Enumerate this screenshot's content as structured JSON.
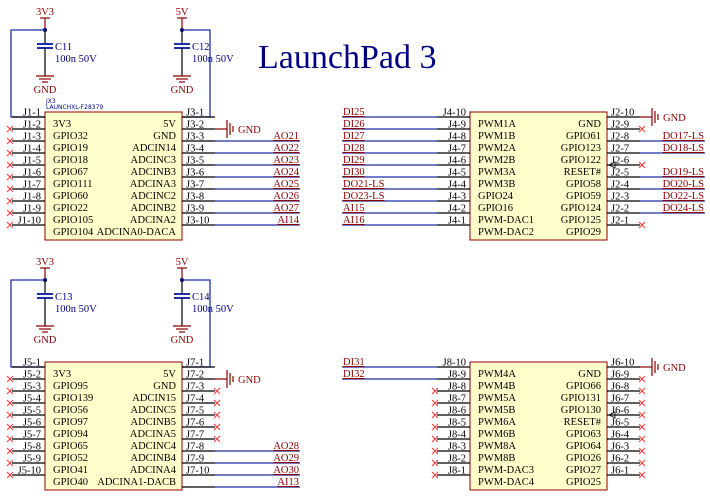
{
  "title": "LaunchPad 3",
  "refdes": {
    "designator": "JX3",
    "part": "LAUNCHXL-F28379"
  },
  "power_labels": {
    "v33": "3V3",
    "v5": "5V",
    "gnd": "GND"
  },
  "capacitor_groups": [
    {
      "v33_cap": {
        "name": "C11",
        "value": "100n 50V"
      },
      "v5_cap": {
        "name": "C12",
        "value": "100n 50V"
      }
    },
    {
      "v33_cap": {
        "name": "C13",
        "value": "100n 50V"
      },
      "v5_cap": {
        "name": "C14",
        "value": "100n 50V"
      }
    }
  ],
  "chips": [
    {
      "id": "top-left",
      "left_pins": [
        {
          "num": "J1-1",
          "name": "3V3",
          "conn": "3v3"
        },
        {
          "num": "J1-2",
          "name": "GPIO32",
          "conn": "nc"
        },
        {
          "num": "J1-3",
          "name": "GPIO19",
          "conn": "nc"
        },
        {
          "num": "J1-4",
          "name": "GPIO18",
          "conn": "nc"
        },
        {
          "num": "J1-5",
          "name": "GPIO67",
          "conn": "nc"
        },
        {
          "num": "J1-6",
          "name": "GPIO111",
          "conn": "nc"
        },
        {
          "num": "J1-7",
          "name": "GPIO60",
          "conn": "nc"
        },
        {
          "num": "J1-8",
          "name": "GPIO22",
          "conn": "nc"
        },
        {
          "num": "J1-9",
          "name": "GPIO105",
          "conn": "nc"
        },
        {
          "num": "J1-10",
          "name": "GPIO104",
          "conn": "nc"
        }
      ],
      "right_pins": [
        {
          "num": "J3-1",
          "name": "5V",
          "conn": "5v"
        },
        {
          "num": "J3-2",
          "name": "GND",
          "conn": "gnd"
        },
        {
          "num": "J3-3",
          "name": "ADCIN14",
          "conn": "net",
          "net": "AO21"
        },
        {
          "num": "J3-4",
          "name": "ADCINC3",
          "conn": "net",
          "net": "AO22"
        },
        {
          "num": "J3-5",
          "name": "ADCINB3",
          "conn": "net",
          "net": "AO23"
        },
        {
          "num": "J3-6",
          "name": "ADCINA3",
          "conn": "net",
          "net": "AO24"
        },
        {
          "num": "J3-7",
          "name": "ADCINC2",
          "conn": "net",
          "net": "AO25"
        },
        {
          "num": "J3-8",
          "name": "ADCINB2",
          "conn": "net",
          "net": "AO26"
        },
        {
          "num": "J3-9",
          "name": "ADCINA2",
          "conn": "net",
          "net": "AO27"
        },
        {
          "num": "J3-10",
          "name": "ADCINA0-DACA",
          "conn": "net",
          "net": "AI14"
        }
      ]
    },
    {
      "id": "top-right",
      "left_pins": [
        {
          "num": "J4-10",
          "name": "PWM1A",
          "conn": "net",
          "net": "DI25"
        },
        {
          "num": "J4-9",
          "name": "PWM1B",
          "conn": "net",
          "net": "DI26"
        },
        {
          "num": "J4-8",
          "name": "PWM2A",
          "conn": "net",
          "net": "DI27"
        },
        {
          "num": "J4-7",
          "name": "PWM2B",
          "conn": "net",
          "net": "DI28"
        },
        {
          "num": "J4-6",
          "name": "PWM3A",
          "conn": "net",
          "net": "DI29"
        },
        {
          "num": "J4-5",
          "name": "PWM3B",
          "conn": "net",
          "net": "DI30"
        },
        {
          "num": "J4-4",
          "name": "GPIO24",
          "conn": "net",
          "net": "DO21-LS"
        },
        {
          "num": "J4-3",
          "name": "GPIO16",
          "conn": "net",
          "net": "DO23-LS"
        },
        {
          "num": "J4-2",
          "name": "PWM-DAC1",
          "conn": "net",
          "net": "AI15"
        },
        {
          "num": "J4-1",
          "name": "PWM-DAC2",
          "conn": "net",
          "net": "AI16"
        }
      ],
      "right_pins": [
        {
          "num": "J2-10",
          "name": "GND",
          "conn": "gnd"
        },
        {
          "num": "J2-9",
          "name": "GPIO61",
          "conn": "nc"
        },
        {
          "num": "J2-8",
          "name": "GPIO123",
          "conn": "net",
          "net": "DO17-LS"
        },
        {
          "num": "J2-7",
          "name": "GPIO122",
          "conn": "net",
          "net": "DO18-LS"
        },
        {
          "num": "J2-6",
          "name": "RESET#",
          "conn": "nc",
          "input": true
        },
        {
          "num": "J2-5",
          "name": "GPIO58",
          "conn": "net",
          "net": "DO19-LS"
        },
        {
          "num": "J2-4",
          "name": "GPIO59",
          "conn": "net",
          "net": "DO20-LS"
        },
        {
          "num": "J2-3",
          "name": "GPIO124",
          "conn": "net",
          "net": "DO22-LS"
        },
        {
          "num": "J2-2",
          "name": "GPIO125",
          "conn": "net",
          "net": "DO24-LS"
        },
        {
          "num": "J2-1",
          "name": "GPIO29",
          "conn": "nc"
        }
      ]
    },
    {
      "id": "bottom-left",
      "left_pins": [
        {
          "num": "J5-1",
          "name": "3V3",
          "conn": "3v3"
        },
        {
          "num": "J5-2",
          "name": "GPIO95",
          "conn": "nc"
        },
        {
          "num": "J5-3",
          "name": "GPIO139",
          "conn": "nc"
        },
        {
          "num": "J5-4",
          "name": "GPIO56",
          "conn": "nc"
        },
        {
          "num": "J5-5",
          "name": "GPIO97",
          "conn": "nc"
        },
        {
          "num": "J5-6",
          "name": "GPIO94",
          "conn": "nc"
        },
        {
          "num": "J5-7",
          "name": "GPIO65",
          "conn": "nc"
        },
        {
          "num": "J5-8",
          "name": "GPIO52",
          "conn": "nc"
        },
        {
          "num": "J5-9",
          "name": "GPIO41",
          "conn": "nc"
        },
        {
          "num": "J5-10",
          "name": "GPIO40",
          "conn": "nc"
        }
      ],
      "right_pins": [
        {
          "num": "J7-1",
          "name": "5V",
          "conn": "5v"
        },
        {
          "num": "J7-2",
          "name": "GND",
          "conn": "gnd"
        },
        {
          "num": "J7-3",
          "name": "ADCIN15",
          "conn": "nc"
        },
        {
          "num": "J7-4",
          "name": "ADCINC5",
          "conn": "nc"
        },
        {
          "num": "J7-5",
          "name": "ADCINB5",
          "conn": "nc"
        },
        {
          "num": "J7-6",
          "name": "ADCINA5",
          "conn": "nc"
        },
        {
          "num": "J7-7",
          "name": "ADCINC4",
          "conn": "nc"
        },
        {
          "num": "J7-8",
          "name": "ADCINB4",
          "conn": "net",
          "net": "AO28"
        },
        {
          "num": "J7-9",
          "name": "ADCINA4",
          "conn": "net",
          "net": "AO29"
        },
        {
          "num": "J7-10",
          "name": "ADCINA1-DACB",
          "conn": "net",
          "net": "AO30"
        }
      ],
      "extra_net": "AI13"
    },
    {
      "id": "bottom-right",
      "left_pins": [
        {
          "num": "J8-10",
          "name": "PWM4A",
          "conn": "net",
          "net": "DI31"
        },
        {
          "num": "J8-9",
          "name": "PWM4B",
          "conn": "net",
          "net": "DI32"
        },
        {
          "num": "J8-8",
          "name": "PWM5A",
          "conn": "nc"
        },
        {
          "num": "J8-7",
          "name": "PWM5B",
          "conn": "nc"
        },
        {
          "num": "J8-6",
          "name": "PWM6A",
          "conn": "nc"
        },
        {
          "num": "J8-5",
          "name": "PWM6B",
          "conn": "nc"
        },
        {
          "num": "J8-4",
          "name": "PWM8A",
          "conn": "nc"
        },
        {
          "num": "J8-3",
          "name": "PWM8B",
          "conn": "nc"
        },
        {
          "num": "J8-2",
          "name": "PWM-DAC3",
          "conn": "nc"
        },
        {
          "num": "J8-1",
          "name": "PWM-DAC4",
          "conn": "nc"
        }
      ],
      "right_pins": [
        {
          "num": "J6-10",
          "name": "GND",
          "conn": "gnd"
        },
        {
          "num": "J6-9",
          "name": "GPIO66",
          "conn": "nc"
        },
        {
          "num": "J6-8",
          "name": "GPIO131",
          "conn": "nc"
        },
        {
          "num": "J6-7",
          "name": "GPIO130",
          "conn": "nc"
        },
        {
          "num": "J6-6",
          "name": "RESET#",
          "conn": "nc",
          "input": true
        },
        {
          "num": "J6-5",
          "name": "GPIO63",
          "conn": "nc"
        },
        {
          "num": "J6-4",
          "name": "GPIO64",
          "conn": "nc"
        },
        {
          "num": "J6-3",
          "name": "GPIO26",
          "conn": "nc"
        },
        {
          "num": "J6-2",
          "name": "GPIO27",
          "conn": "nc"
        },
        {
          "num": "J6-1",
          "name": "GPIO25",
          "conn": "nc"
        }
      ]
    }
  ]
}
